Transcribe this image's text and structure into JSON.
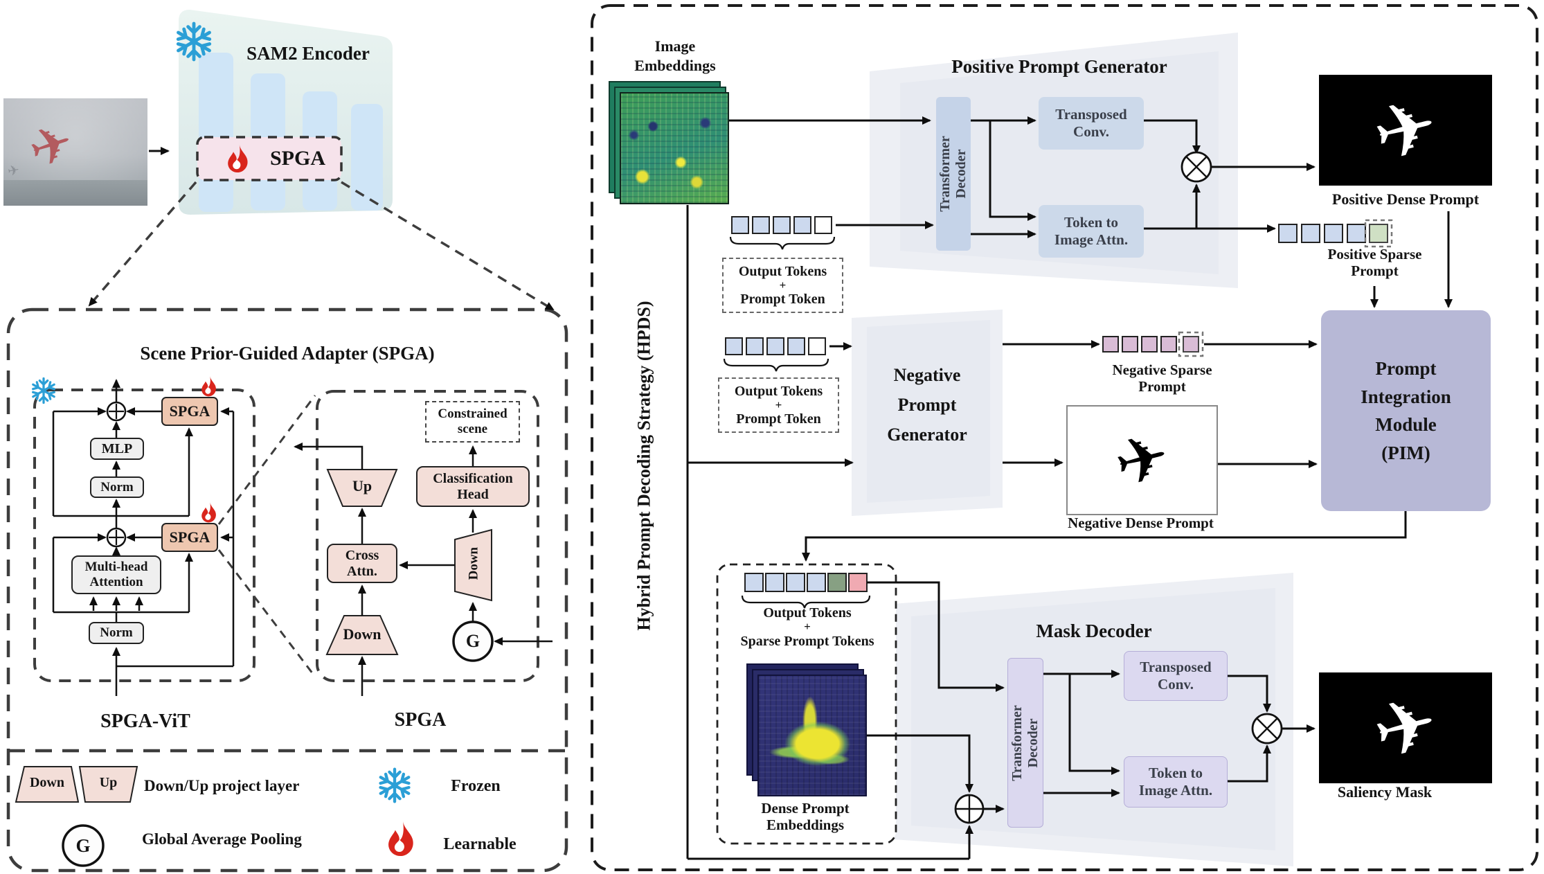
{
  "figure": {
    "encoder": {
      "title": "SAM2 Encoder",
      "spga_label": "SPGA"
    },
    "adapter": {
      "title": "Scene Prior-Guided Adapter (SPGA)",
      "vit": {
        "spga1": "SPGA",
        "spga2": "SPGA",
        "mlp": "MLP",
        "norm1": "Norm",
        "norm2": "Norm",
        "mha1": "Multi-head",
        "mha2": "Attention",
        "caption": "SPGA-ViT"
      },
      "detail": {
        "constrained1": "Constrained",
        "constrained2": "scene",
        "cls1": "Classification",
        "cls2": "Head",
        "up": "Up",
        "cross1": "Cross",
        "cross2": "Attn.",
        "down_vertical": "Down",
        "down": "Down",
        "g": "G",
        "caption": "SPGA"
      }
    },
    "legend": {
      "down": "Down",
      "up": "Up",
      "project": "Down/Up project layer",
      "frozen": "Frozen",
      "g": "G",
      "gap": "Global Average Pooling",
      "learnable": "Learnable"
    },
    "hpds": {
      "strategy": "Hybrid Prompt Decoding Strategy (HPDS)",
      "image_embeddings1": "Image",
      "image_embeddings2": "Embeddings",
      "tokens1": {
        "l1": "Output Tokens",
        "plus": "+",
        "l2": "Prompt Token"
      },
      "tokens2": {
        "l1": "Output Tokens",
        "plus": "+",
        "l2": "Prompt Token"
      },
      "ppg": {
        "title": "Positive Prompt Generator",
        "td1": "Transformer",
        "td2": "Decoder",
        "tc1": "Transposed",
        "tc2": "Conv.",
        "tia1": "Token to",
        "tia2": "Image Attn."
      },
      "positive_dense": "Positive Dense Prompt",
      "positive_sparse1": "Positive Sparse",
      "positive_sparse2": "Prompt",
      "npg": {
        "l1": "Negative",
        "l2": "Prompt",
        "l3": "Generator"
      },
      "negative_sparse1": "Negative Sparse",
      "negative_sparse2": "Prompt",
      "negative_dense": "Negative Dense Prompt",
      "pim": {
        "l1": "Prompt",
        "l2": "Integration",
        "l3": "Module",
        "l4": "(PIM)"
      },
      "decoder_tokens": {
        "l1": "Output Tokens",
        "plus": "+",
        "l2": "Sparse Prompt  Tokens"
      },
      "dense_embeddings1": "Dense Prompt",
      "dense_embeddings2": "Embeddings",
      "mask_decoder": {
        "title": "Mask Decoder",
        "td1": "Transformer",
        "td2": "Decoder",
        "tc1": "Transposed",
        "tc2": "Conv.",
        "tia1": "Token to",
        "tia2": "Image Attn."
      },
      "saliency": "Saliency Mask"
    }
  }
}
